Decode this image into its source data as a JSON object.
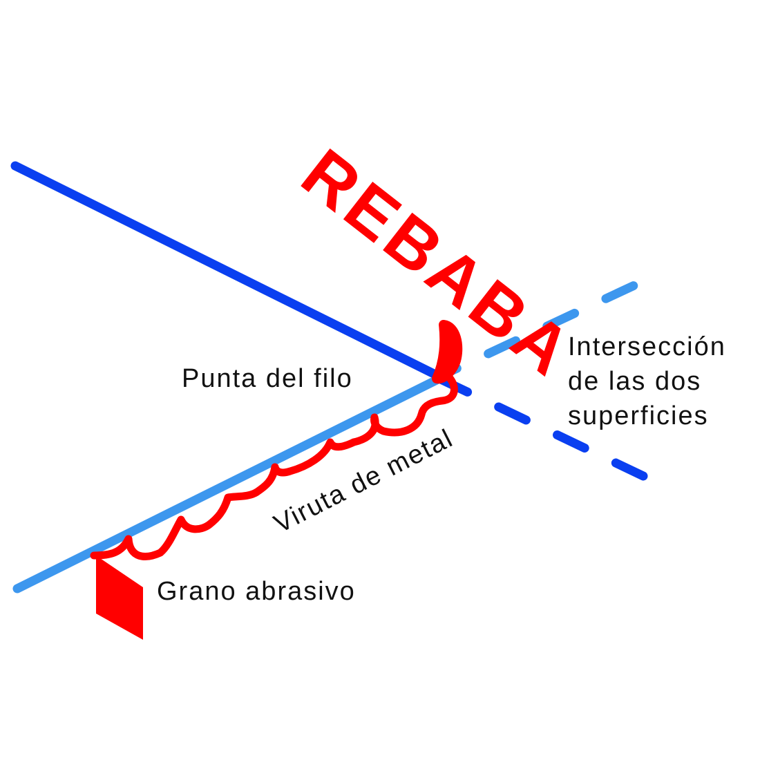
{
  "title": "REBABA",
  "labels": {
    "edge_tip": "Punta del filo",
    "chip": "Viruta de metal",
    "grain": "Grano abrasivo",
    "intersection_1": "Intersección",
    "intersection_2": "de las dos",
    "intersection_3": "superficies"
  },
  "colors": {
    "upper_surface": "#0a3ff0",
    "lower_surface": "#3d97ee",
    "burr": "#ff0000",
    "text": "#111111"
  }
}
